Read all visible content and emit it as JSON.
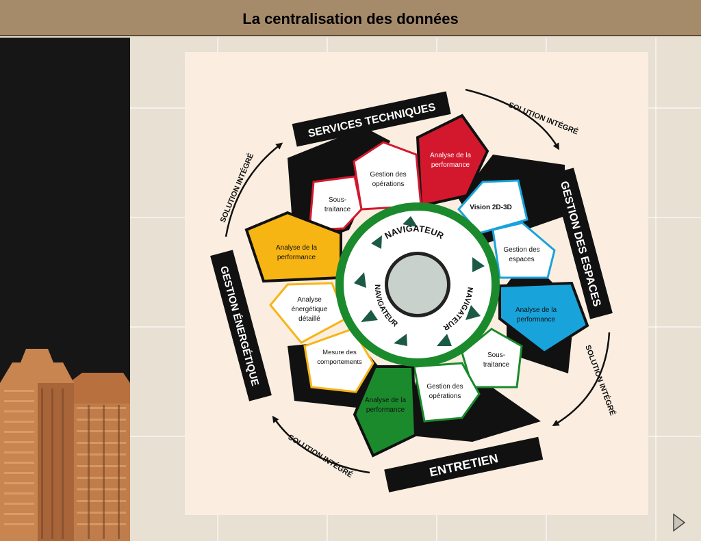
{
  "slide": {
    "title": "La centralisation des données"
  },
  "diagram": {
    "banners": {
      "services": "SERVICES TECHNIQUES",
      "espaces": "GESTION DES ESPACES",
      "entretien": "ENTRETIEN",
      "energetique": "GESTION ÉNERGÉTIQUE"
    },
    "arrow_label": "SOLUTION INTÉGRÉ",
    "hub_label": "NAVIGATEUR",
    "modules": {
      "red": [
        "Analyse de la",
        "performance"
      ],
      "services_ops": [
        "Gestion des",
        "opérations"
      ],
      "services_sub": [
        "Sous-",
        "traitance"
      ],
      "blue_vision": [
        "Vision 2D-3D"
      ],
      "blue_spaces": [
        "Gestion des",
        "espaces"
      ],
      "blue_perf": [
        "Analyse de la",
        "performance"
      ],
      "green_sub": [
        "Sous-",
        "traitance"
      ],
      "green_ops": [
        "Gestion des",
        "opérations"
      ],
      "green_perf": [
        "Analyse de la",
        "performance"
      ],
      "yellow_perf": [
        "Analyse de la",
        "performance"
      ],
      "yellow_energy": [
        "Analyse",
        "énergétique",
        "détaillé"
      ],
      "yellow_measure": [
        "Mesure des",
        "comportements"
      ]
    },
    "colors": {
      "red": "#d3182e",
      "blue": "#18a3db",
      "green": "#1a8a2c",
      "yellow": "#f7b514",
      "black": "#111111",
      "background": "#fbeee0"
    }
  },
  "icons": {
    "next": "next-slide-icon"
  }
}
